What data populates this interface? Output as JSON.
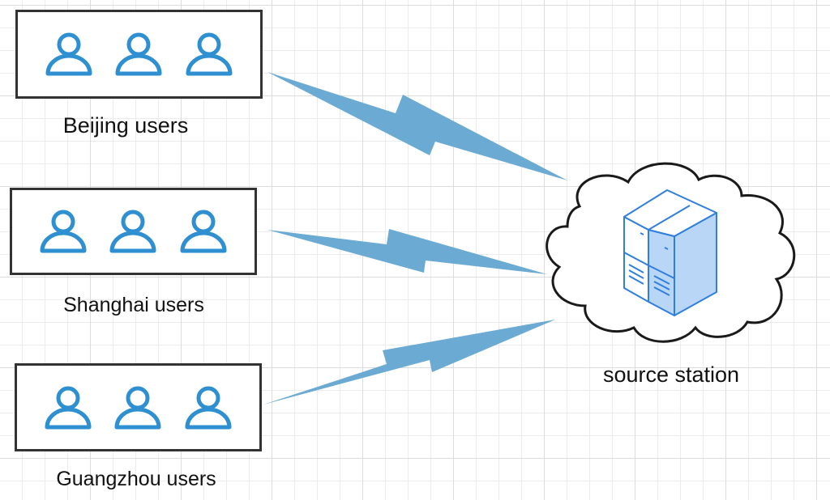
{
  "diagram": {
    "colors": {
      "icon_blue": "#2e8fd1",
      "bolt_blue": "#6aaad3",
      "server_fill": "#b9d6f7",
      "server_stroke": "#2f7fde",
      "box_border": "#333333"
    },
    "user_groups": [
      {
        "label": "Beijing users",
        "users": [
          "user-icon",
          "user-icon",
          "user-icon"
        ]
      },
      {
        "label": "Shanghai users",
        "users": [
          "user-icon",
          "user-icon",
          "user-icon"
        ]
      },
      {
        "label": "Guangzhou users",
        "users": [
          "user-icon",
          "user-icon",
          "user-icon"
        ]
      }
    ],
    "connections": [
      {
        "from": "Beijing users",
        "to": "source station",
        "style": "lightning-bolt"
      },
      {
        "from": "Shanghai users",
        "to": "source station",
        "style": "lightning-bolt"
      },
      {
        "from": "Guangzhou users",
        "to": "source station",
        "style": "lightning-bolt"
      }
    ],
    "source": {
      "label": "source station",
      "container": "cloud-icon",
      "icon": "server-rack-icon"
    }
  }
}
